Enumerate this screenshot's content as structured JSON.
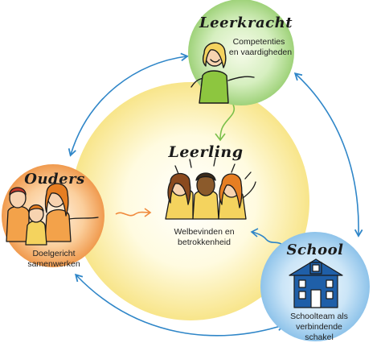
{
  "center": {
    "title": "Leerling",
    "caption_line1": "Welbevinden en",
    "caption_line2": "betrokkenheid"
  },
  "top": {
    "title": "Leerkracht",
    "caption_line1": "Competenties",
    "caption_line2": "en vaardigheden"
  },
  "left": {
    "title": "Ouders",
    "caption_line1": "Doelgericht",
    "caption_line2": "samenwerken"
  },
  "right": {
    "title": "School",
    "caption_line1": "Schoolteam als",
    "caption_line2": "verbindende",
    "caption_line3": "schakel"
  },
  "colors": {
    "center_glow": "#fdf3b0",
    "teacher_green": "#9fd27a",
    "parents_orange": "#f4a25a",
    "school_blue": "#a9d2f0",
    "ring_arrows": "#2f86c8"
  }
}
